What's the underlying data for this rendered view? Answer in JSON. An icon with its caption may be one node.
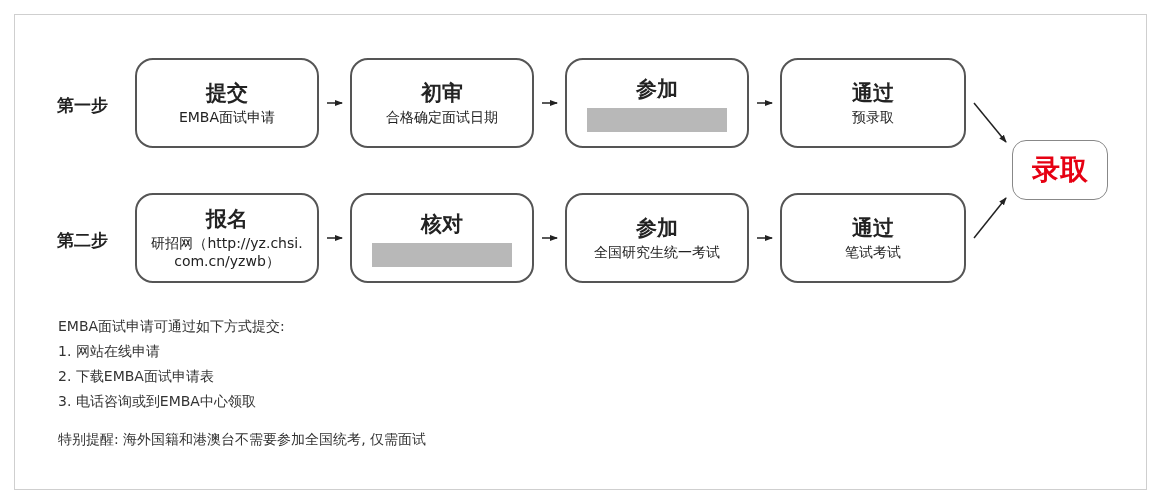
{
  "diagram": {
    "nodes": [
      {
        "text": [
          "提交",
          "EMBA面试申请"
        ]
      },
      {
        "text": [
          "初审",
          "合格确定面试日期"
        ]
      },
      {
        "text": [
          "参加"
        ]
      },
      {
        "text": [
          "通过",
          "预录取"
        ]
      },
      {
        "text": [
          "录取"
        ]
      },
      {
        "text": [
          "报名",
          "研招网（http://yz.chsi.com.cn/yzwb）"
        ]
      },
      {
        "text": [
          "核对"
        ]
      },
      {
        "text": [
          "参加",
          "全国研究生统一考试"
        ]
      },
      {
        "text": [
          "通过",
          "笔试考试"
        ]
      }
    ],
    "edges": [
      {
        "from": 0,
        "to": 1,
        "arrow": "to"
      },
      {
        "from": 1,
        "to": 2,
        "arrow": "to"
      },
      {
        "from": 2,
        "to": 3,
        "arrow": "to"
      },
      {
        "from": 3,
        "to": 4,
        "arrow": "to"
      },
      {
        "from": 5,
        "to": 6,
        "arrow": "to"
      },
      {
        "from": 6,
        "to": 7,
        "arrow": "to"
      },
      {
        "from": 7,
        "to": 8,
        "arrow": "to"
      },
      {
        "from": 8,
        "to": 4,
        "arrow": "to"
      }
    ],
    "labels": [
      "第一步",
      "第二步",
      "EMBA面试申请可通过如下方式提交:",
      "1. 网站在线申请",
      "2. 下载EMBA面试申请表",
      "3. 电话咨询或到EMBA中心领取",
      "特别提醒: 海外国籍和港澳台不需要参加全国统考, 仅需面试"
    ]
  }
}
